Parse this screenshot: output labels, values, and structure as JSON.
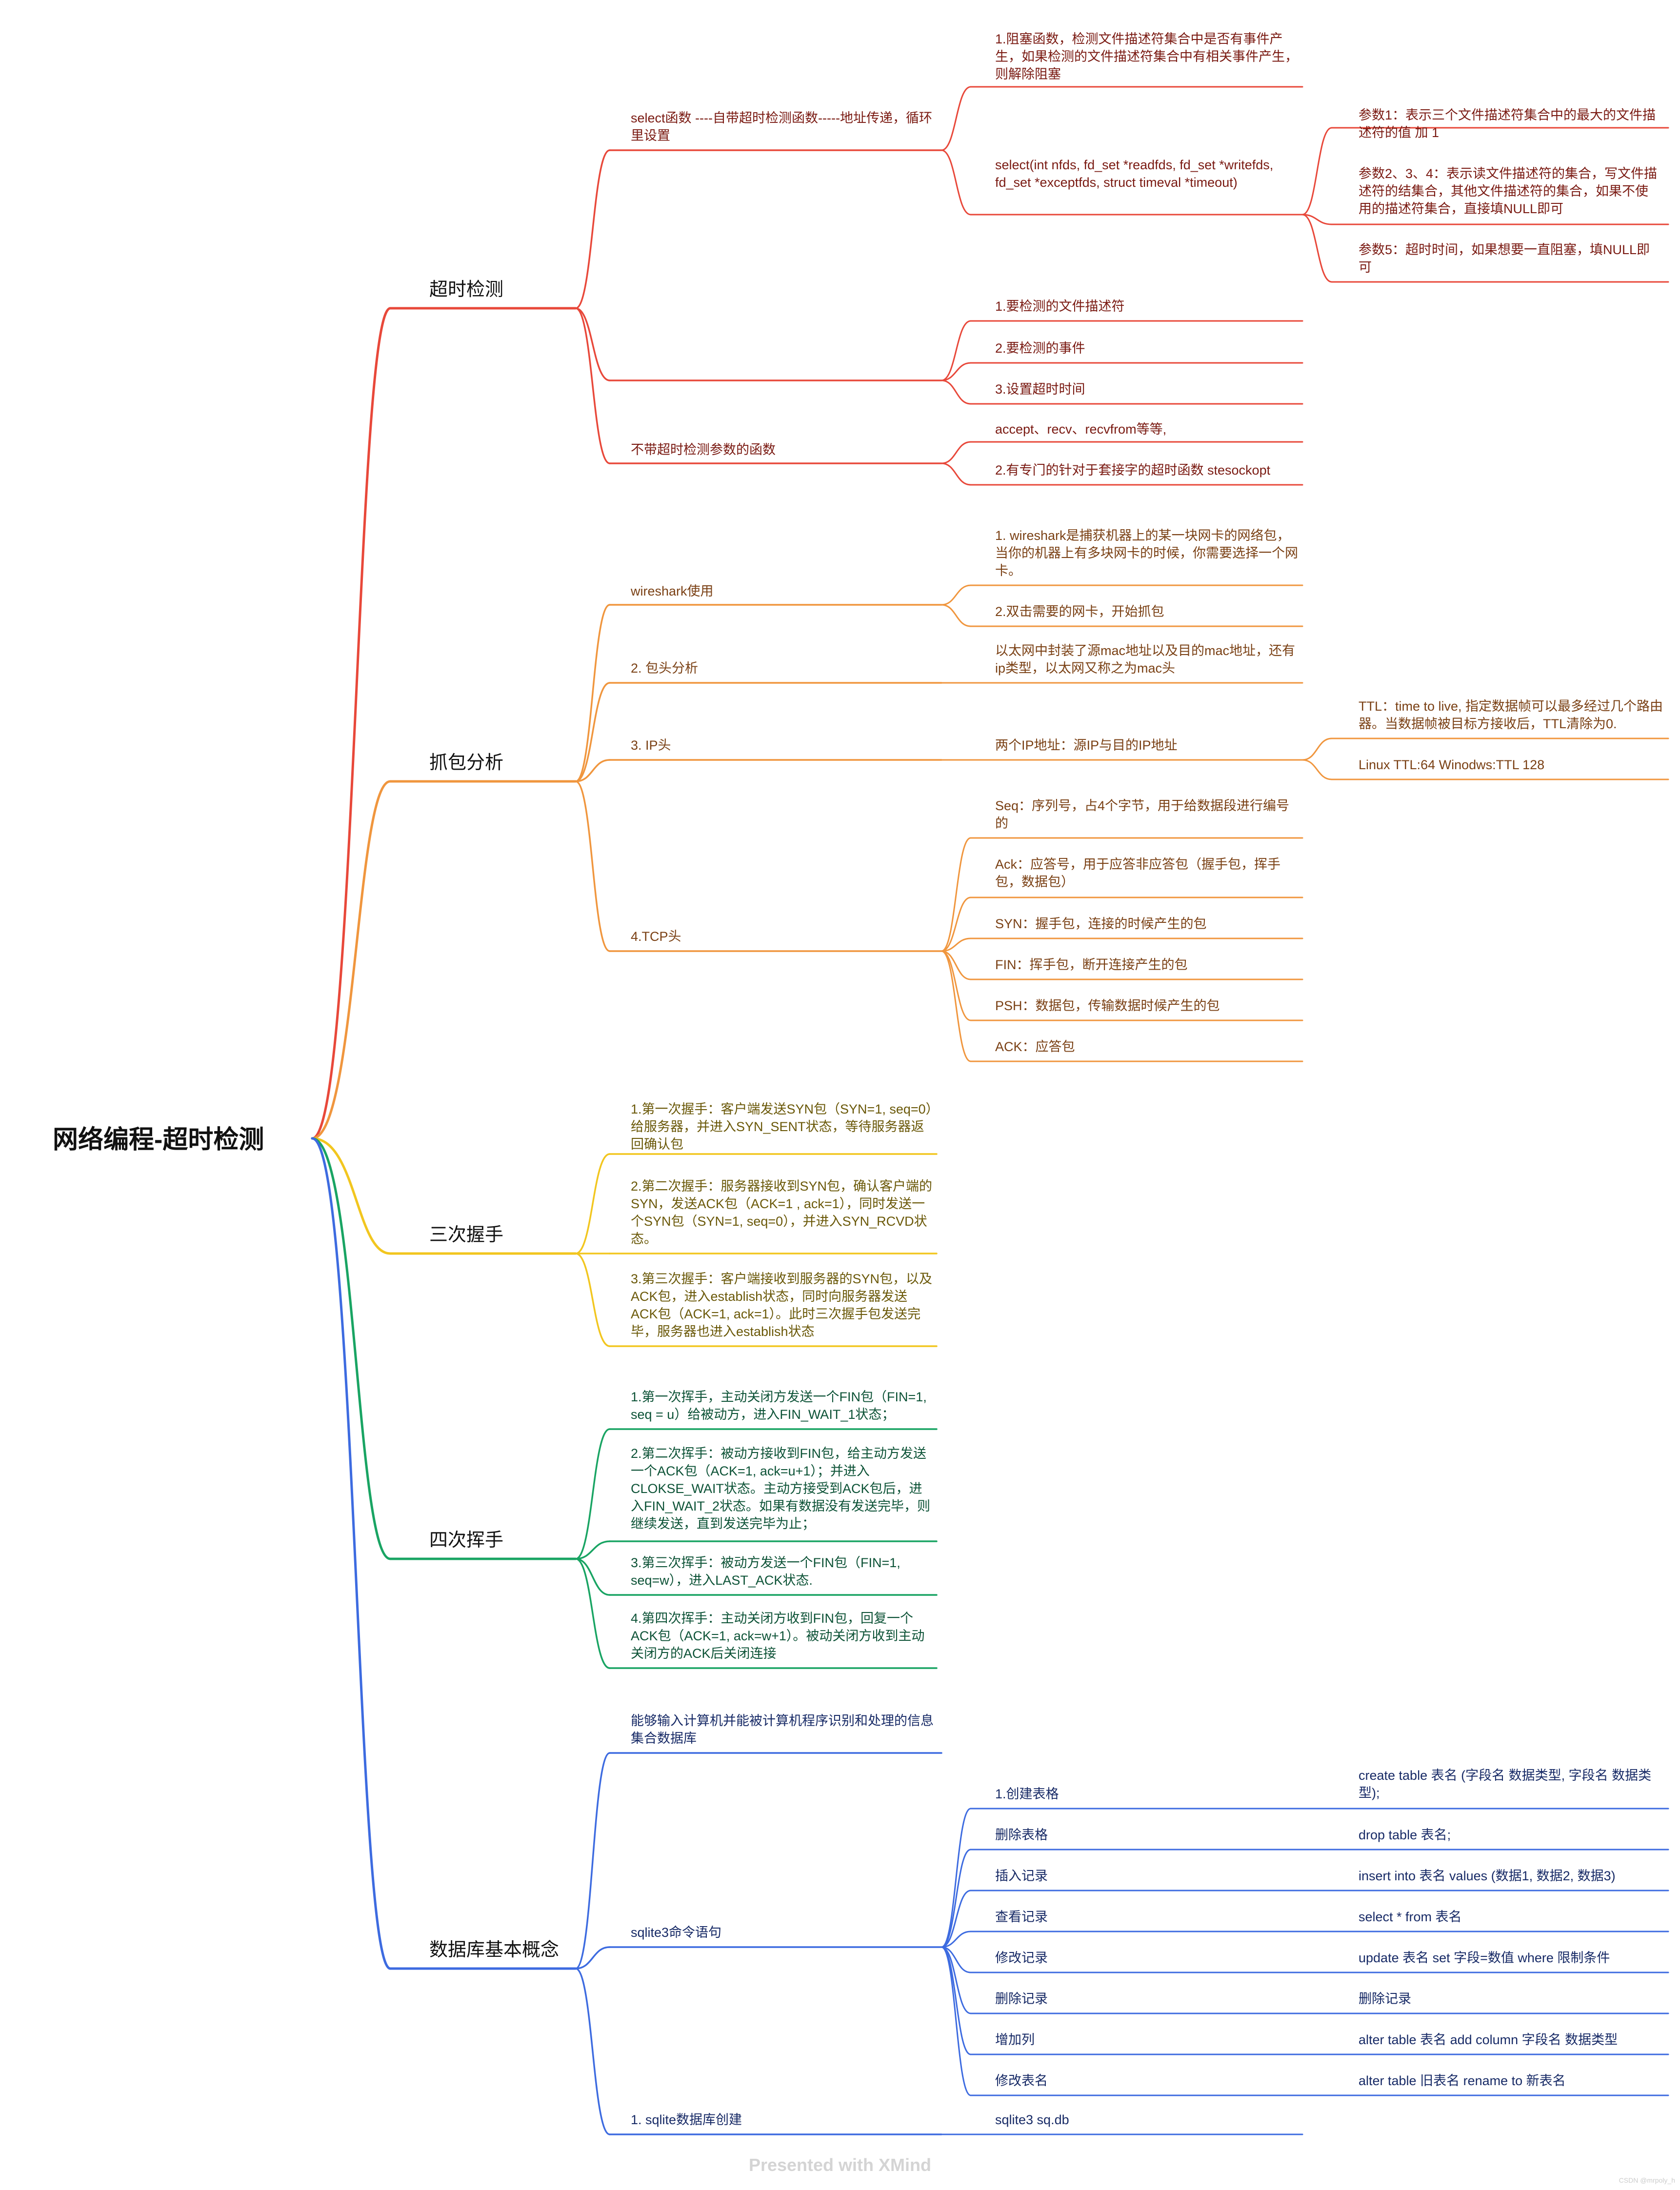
{
  "root": "网络编程-超时检测",
  "footer": "Presented with XMind",
  "watermark": "CSDN @mrpoly_h",
  "colors": {
    "red": "#e8483a",
    "orange": "#f0963e",
    "yellow": "#f2c61f",
    "green": "#19a463",
    "blue": "#3d6be0"
  },
  "branches": {
    "timeout": {
      "title": "超时检测",
      "select_fn": "select函数 ----自带超时检测函数-----地址传递，循环里设置",
      "block_fn": "1.阻塞函数，检测文件描述符集合中是否有事件产生，如果检测的文件描述符集合中有相关事件产生，则解除阻塞",
      "select_sig": "select(int nfds, fd_set *readfds, fd_set *writefds, fd_set *exceptfds, struct timeval *timeout)",
      "param1": "参数1：表示三个文件描述符集合中的最大的文件描述符的值 加 1",
      "param234": " 参数2、3、4：表示读文件描述符的集合，写文件描述符的结集合，其他文件描述符的集合，如果不使用的描述符集合，直接填NULL即可",
      "param5": "参数5：超时时间，如果想要一直阻塞，填NULL即可",
      "step1": "1.要检测的文件描述符",
      "step2": "2.要检测的事件",
      "step3": "3.设置超时时间",
      "nontimeout": "不带超时检测参数的函数",
      "accept": "accept、recv、recvfrom等等,",
      "sockopt": "2.有专门的针对于套接字的超时函数 stesockopt"
    },
    "capture": {
      "title": "抓包分析",
      "wireshark": "wireshark使用",
      "ws1": "1. wireshark是捕获机器上的某一块网卡的网络包，当你的机器上有多块网卡的时候，你需要选择一个网卡。",
      "ws2": "2.双击需要的网卡，开始抓包",
      "header": "2. 包头分析",
      "eth": "以太网中封装了源mac地址以及目的mac地址，还有ip类型，以太网又称之为mac头",
      "ip": "3. IP头",
      "ip_addr": "两个IP地址：源IP与目的IP地址",
      "ttl": "TTL：time to live, 指定数据帧可以最多经过几个路由器。当数据帧被目标方接收后，TTL清除为0.",
      "ttl2": "Linux TTL:64    Winodws:TTL 128",
      "tcp": "4.TCP头",
      "seq": "Seq：序列号，占4个字节，用于给数据段进行编号的",
      "ack_num": "Ack：应答号，用于应答非应答包（握手包，挥手包，数据包）",
      "syn": "SYN：握手包，连接的时候产生的包",
      "fin": "FIN：挥手包，断开连接产生的包",
      "psh": "PSH：数据包，传输数据时候产生的包",
      "ack": "ACK：应答包"
    },
    "handshake": {
      "title": "三次握手",
      "h1": "1.第一次握手：客户端发送SYN包（SYN=1, seq=0）给服务器，并进入SYN_SENT状态，等待服务器返回确认包",
      "h2": "2.第二次握手：服务器接收到SYN包，确认客户端的SYN，发送ACK包（ACK=1 , ack=1），同时发送一个SYN包（SYN=1, seq=0），并进入SYN_RCVD状态。",
      "h3": "3.第三次握手：客户端接收到服务器的SYN包，以及ACK包，进入establish状态，同时向服务器发送ACK包（ACK=1, ack=1）。此时三次握手包发送完毕，服务器也进入establish状态"
    },
    "wave": {
      "title": "四次挥手",
      "w1": "1.第一次挥手，主动关闭方发送一个FIN包（FIN=1, seq = u）给被动方，进入FIN_WAIT_1状态；",
      "w2": "2.第二次挥手：被动方接收到FIN包，给主动方发送一个ACK包（ACK=1, ack=u+1）；并进入CLOKSE_WAIT状态。主动方接受到ACK包后，进入FIN_WAIT_2状态。如果有数据没有发送完毕，则继续发送，直到发送完毕为止；",
      "w3": "3.第三次挥手：被动方发送一个FIN包（FIN=1, seq=w），进入LAST_ACK状态.",
      "w4": "4.第四次挥手：主动关闭方收到FIN包，回复一个ACK包（ACK=1, ack=w+1）。被动关闭方收到主动关闭方的ACK后关闭连接"
    },
    "db": {
      "title": "数据库基本概念",
      "def": "能够输入计算机并能被计算机程序识别和处理的信息集合数据库",
      "sqlite_cmd": "sqlite3命令语句",
      "create": "1.创建表格",
      "create_sql": "create table 表名 (字段名 数据类型, 字段名 数据类型);",
      "drop": "删除表格",
      "drop_sql": "drop table 表名;",
      "insert": "插入记录",
      "insert_sql": "  insert into 表名 values (数据1, 数据2, 数据3)",
      "select": "查看记录",
      "select_sql": "select * from 表名",
      "update": "修改记录",
      "update_sql": "update 表名 set 字段=数值 where 限制条件",
      "delete": "删除记录",
      "delete_sql": "删除记录",
      "addcol": "增加列",
      "addcol_sql": "alter table 表名 add column 字段名 数据类型",
      "rename": "修改表名",
      "rename_sql": "alter table 旧表名 rename to 新表名",
      "create_db": "1. sqlite数据库创建",
      "create_db_cmd": "sqlite3 sq.db"
    }
  }
}
